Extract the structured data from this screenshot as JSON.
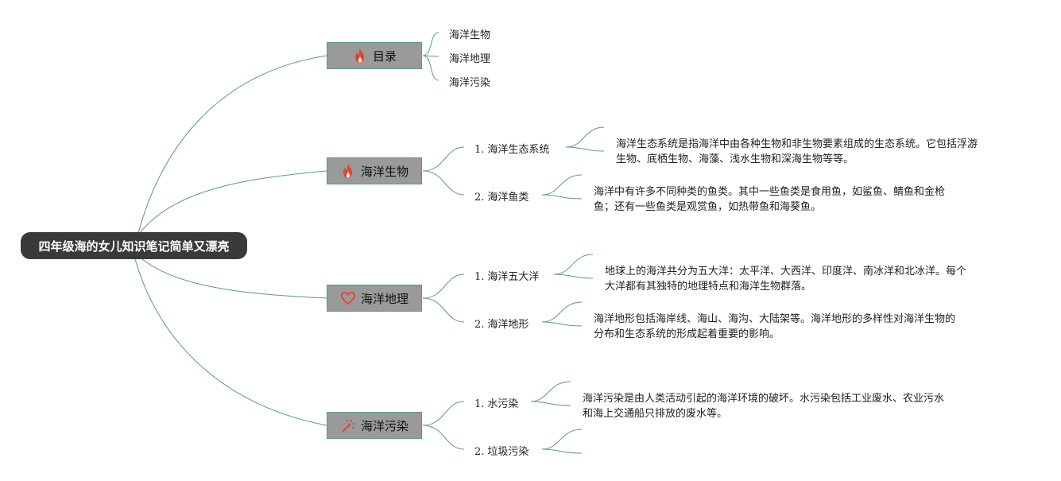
{
  "root": {
    "title": "四年级海的女儿知识笔记简单又漂亮"
  },
  "colors": {
    "line": "#5b9a86",
    "root_bg": "#3a3a3a",
    "branch_bg": "#9a9a9a",
    "icon_red": "#e8412c"
  },
  "branches": [
    {
      "label": "目录",
      "icon": "fire-icon",
      "leaves": [
        "海洋生物",
        "海洋地理",
        "海洋污染"
      ]
    },
    {
      "label": "海洋生物",
      "icon": "fire-icon",
      "subs": [
        {
          "num": "1.",
          "title": "海洋生态系统",
          "desc": [
            "海洋生态系统是指海洋中由各种生物和非生物要素组成的生态系统。它包括浮游",
            "生物、底栖生物、海藻、浅水生物和深海生物等等。"
          ]
        },
        {
          "num": "2.",
          "title": "海洋鱼类",
          "desc": [
            "海洋中有许多不同种类的鱼类。其中一些鱼类是食用鱼，如鲨鱼、鲭鱼和金枪",
            "鱼；还有一些鱼类是观赏鱼，如热带鱼和海葵鱼。"
          ]
        }
      ]
    },
    {
      "label": "海洋地理",
      "icon": "heart-icon",
      "subs": [
        {
          "num": "1.",
          "title": "海洋五大洋",
          "desc": [
            "地球上的海洋共分为五大洋：太平洋、大西洋、印度洋、南冰洋和北冰洋。每个",
            "大洋都有其独特的地理特点和海洋生物群落。"
          ]
        },
        {
          "num": "2.",
          "title": "海洋地形",
          "desc": [
            "海洋地形包括海岸线、海山、海沟、大陆架等。海洋地形的多样性对海洋生物的",
            "分布和生态系统的形成起着重要的影响。"
          ]
        }
      ]
    },
    {
      "label": "海洋污染",
      "icon": "wand-icon",
      "subs": [
        {
          "num": "1.",
          "title": "水污染",
          "desc": [
            "海洋污染是由人类活动引起的海洋环境的破坏。水污染包括工业废水、农业污水",
            "和海上交通船只排放的废水等。"
          ]
        },
        {
          "num": "2.",
          "title": "垃圾污染",
          "desc": []
        }
      ]
    }
  ]
}
